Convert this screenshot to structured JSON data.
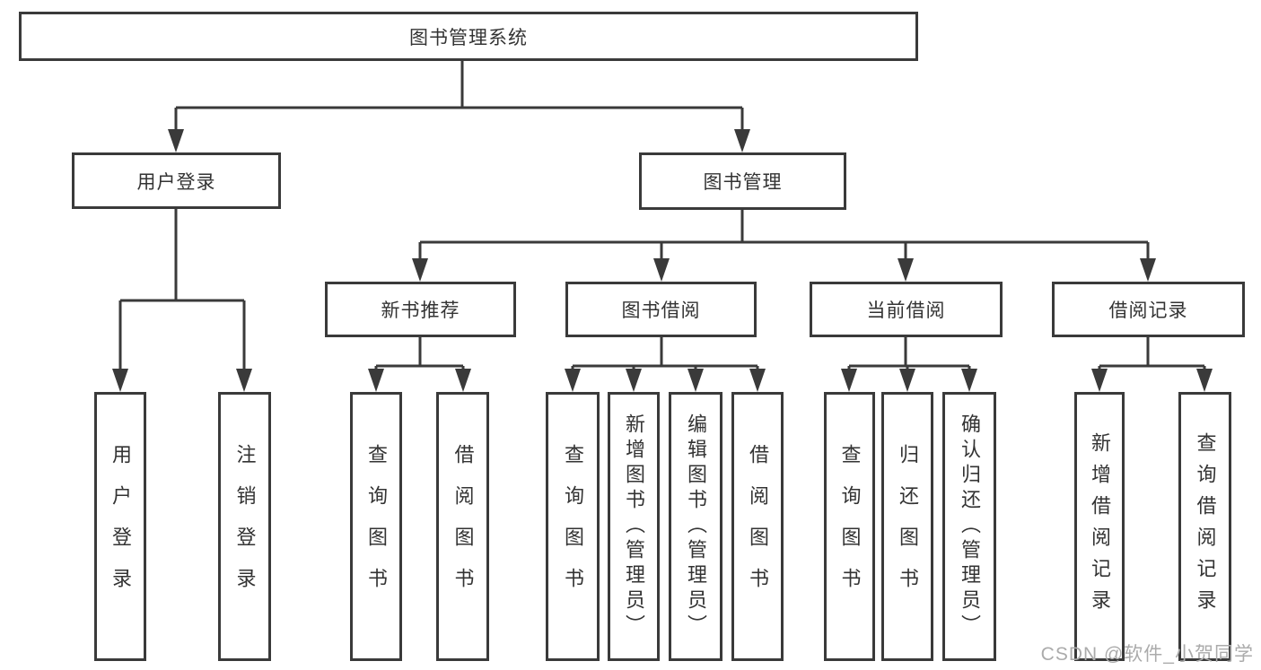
{
  "page": {
    "watermark": "CSDN @软件_小贺同学"
  },
  "colors": {
    "line": "#3a3a3a",
    "text": "#333333",
    "background": "#ffffff",
    "watermark": "#ababab"
  },
  "tree": {
    "label": "图书管理系统",
    "children": [
      {
        "label": "用户登录",
        "children": [
          {
            "label": "用户登录"
          },
          {
            "label": "注销登录"
          }
        ]
      },
      {
        "label": "图书管理",
        "children": [
          {
            "label": "新书推荐",
            "children": [
              {
                "label": "查询图书"
              },
              {
                "label": "借阅图书"
              }
            ]
          },
          {
            "label": "图书借阅",
            "children": [
              {
                "label": "查询图书"
              },
              {
                "label": "新增图书（管理员）"
              },
              {
                "label": "编辑图书（管理员）"
              },
              {
                "label": "借阅图书"
              }
            ]
          },
          {
            "label": "当前借阅",
            "children": [
              {
                "label": "查询图书"
              },
              {
                "label": "归还图书"
              },
              {
                "label": "确认归还（管理员）"
              }
            ]
          },
          {
            "label": "借阅记录",
            "children": [
              {
                "label": "新增借阅记录"
              },
              {
                "label": "查询借阅记录"
              }
            ]
          }
        ]
      }
    ]
  }
}
